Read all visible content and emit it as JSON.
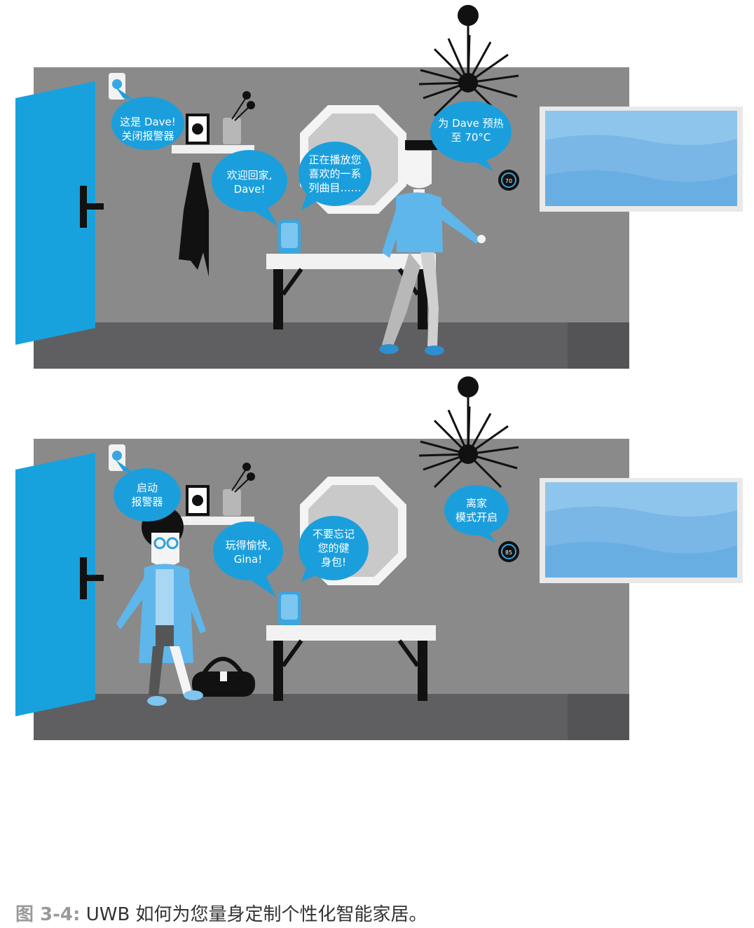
{
  "colors": {
    "wall": "#8a8a8a",
    "floor": "#5f5e60",
    "door": "#17a2de",
    "bubble": "#1b9fdc",
    "window_border": "#e9e9e9",
    "window_sky": "#8ec5ec",
    "shirt": "#5fb6ea"
  },
  "scene1": {
    "bubble_alarm_off": "这是 Dave!\n关闭报警器",
    "bubble_welcome": "欢迎回家,\nDave!",
    "bubble_music": "正在播放您\n喜欢的一系\n列曲目……",
    "bubble_thermostat": "为 Dave 预热\n至 70°C",
    "thermostat_value": "70"
  },
  "scene2": {
    "bubble_alarm_on": "启动\n报警器",
    "bubble_farewell": "玩得愉快,\nGina!",
    "bubble_reminder": "不要忘记\n您的健\n身包!",
    "bubble_away": "离家\n模式开启",
    "thermostat_value": "85"
  },
  "caption": {
    "figure_label": "图 3-4:",
    "text": "UWB 如何为您量身定制个性化智能家居。"
  }
}
